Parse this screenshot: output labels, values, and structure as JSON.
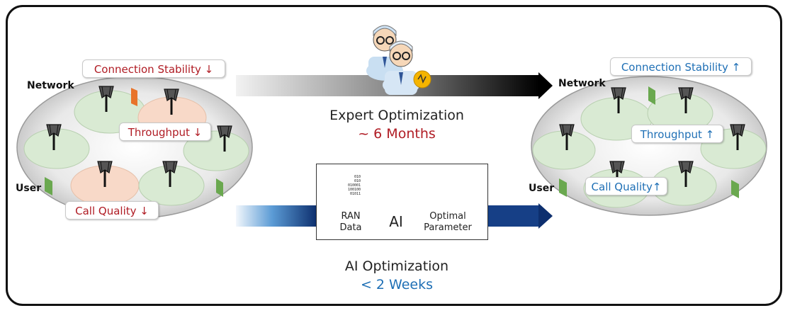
{
  "before": {
    "network_label": "Network",
    "user_label": "User",
    "connection_stability": "Connection Stability ↓",
    "throughput": "Throughput ↓",
    "call_quality": "Call Quality ↓"
  },
  "after": {
    "network_label": "Network",
    "user_label": "User",
    "connection_stability": "Connection Stability ↑",
    "throughput": "Throughput ↑",
    "call_quality": "Call Quality↑"
  },
  "expert": {
    "title": "Expert Optimization",
    "duration": "~ 6 Months"
  },
  "ai_panel": {
    "ran_data_label": "RAN\nData",
    "ran_data_line1": "RAN",
    "ran_data_line2": "Data",
    "ai_label": "AI",
    "param_line1": "Optimal",
    "param_line2": "Parameter",
    "binary_lines": [
      "010",
      "010",
      "010001",
      "100100",
      "01011"
    ]
  },
  "ai_opt": {
    "title": "AI Optimization",
    "duration": "< 2 Weeks"
  },
  "colors": {
    "degraded": "#b01c24",
    "improved": "#1e6fb5",
    "cell_green": "#d9ead3",
    "cell_peach": "#f8d9c8",
    "user_green": "#6aa84f",
    "user_orange": "#e8742a"
  }
}
